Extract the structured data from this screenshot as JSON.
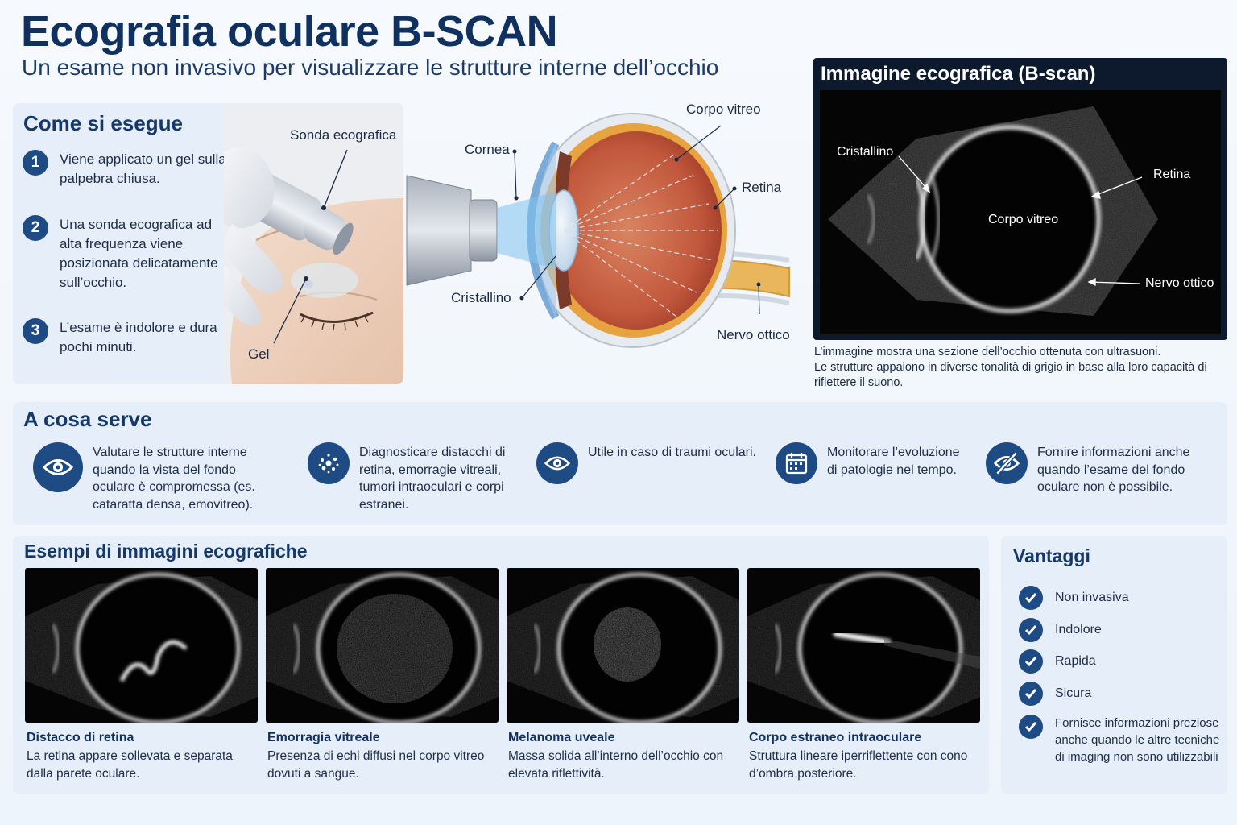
{
  "header": {
    "title": "Ecografia oculare B-SCAN",
    "subtitle": "Un esame non invasivo per visualizzare le strutture interne dell’occhio"
  },
  "how": {
    "title": "Come si esegue",
    "steps": [
      {
        "num": "1",
        "text": "Viene applicato un gel sulla palpebra chiusa."
      },
      {
        "num": "2",
        "text": "Una sonda ecografica ad alta frequenza viene posizionata delicatamente sull’occhio."
      },
      {
        "num": "3",
        "text": "L’esame è indolore e dura pochi minuti."
      }
    ],
    "photo_labels": {
      "probe": "Sonda ecografica",
      "gel": "Gel"
    }
  },
  "eye_diagram": {
    "labels": {
      "vitreous": "Corpo vitreo",
      "cornea": "Cornea",
      "retina": "Retina",
      "lens": "Cristallino",
      "optic_nerve": "Nervo ottico"
    }
  },
  "bscan": {
    "title": "Immagine ecografica (B-scan)",
    "labels": {
      "lens": "Cristallino",
      "retina": "Retina",
      "vitreous": "Corpo vitreo",
      "optic_nerve": "Nervo ottico"
    },
    "caption_line1": "L’immagine mostra una sezione dell’occhio ottenuta con ultrasuoni.",
    "caption_line2": "Le strutture appaiono in diverse tonalità di grigio in base alla loro capacità di riflettere il suono."
  },
  "uses": {
    "title": "A cosa serve",
    "items": [
      {
        "icon": "eye-icon",
        "text": "Valutare le strutture interne quando la vista del fondo oculare è compromessa (es. cataratta densa, emovitreo)."
      },
      {
        "icon": "dots-icon",
        "text": "Diagnosticare distacchi di retina, emorragie vitreali, tumori intraoculari e corpi estranei."
      },
      {
        "icon": "eye-icon",
        "text": "Utile in caso di traumi oculari."
      },
      {
        "icon": "calendar-icon",
        "text": "Monitorare l’evoluzione di patologie nel tempo."
      },
      {
        "icon": "eye-off-icon",
        "text": "Fornire informazioni anche quando l’esame del fondo oculare non è possibile."
      }
    ]
  },
  "examples": {
    "title": "Esempi di immagini ecografiche",
    "items": [
      {
        "title": "Distacco di retina",
        "text": "La retina appare sollevata e separata dalla parete oculare."
      },
      {
        "title": "Emorragia vitreale",
        "text": "Presenza di echi diffusi nel corpo vitreo dovuti a sangue."
      },
      {
        "title": "Melanoma uveale",
        "text": "Massa solida all’interno dell’occhio con elevata riflettività."
      },
      {
        "title": "Corpo estraneo intraoculare",
        "text": "Struttura lineare iperriflettente con cono d’ombra posteriore."
      }
    ]
  },
  "advantages": {
    "title": "Vantaggi",
    "items": [
      "Non invasiva",
      "Indolore",
      "Rapida",
      "Sicura",
      "Fornisce informazioni preziose anche quando le altre tecniche di imaging non sono utilizzabili"
    ]
  },
  "colors": {
    "primary": "#1e4b84",
    "title": "#10305f",
    "panel": "#e5eef9",
    "scan_bg": "#0d1a2e"
  }
}
